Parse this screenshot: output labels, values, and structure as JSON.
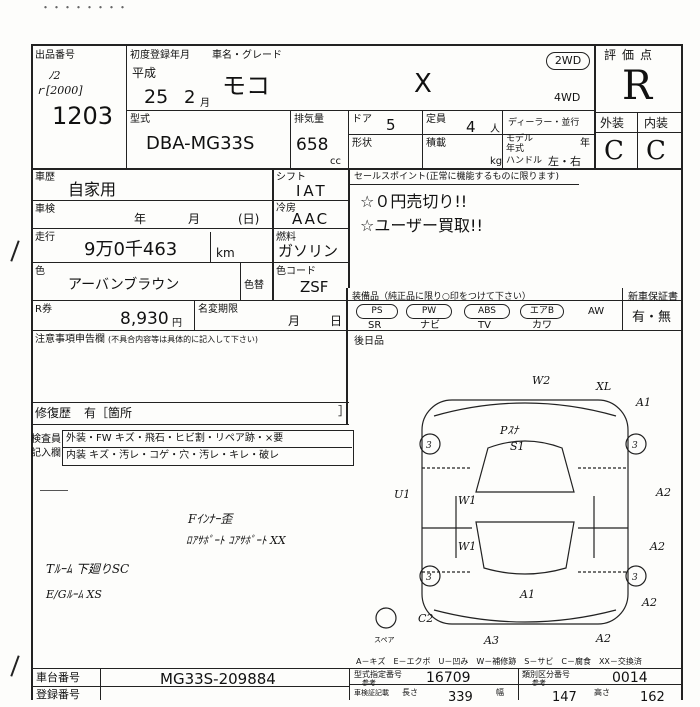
{
  "top_fragment": "・・・・・・・・",
  "header": {
    "lot_label": "出品番号",
    "lot_note_top": "ﾉ2",
    "lot_note_year": "ｒ[2000]",
    "lot_number": "1203",
    "first_reg_label": "初度登録年月",
    "car_name_label": "車名・グレード",
    "era": "平成",
    "year": "25",
    "month": "2",
    "month_unit": "月",
    "car_name": "モコ",
    "grade": "X",
    "drive_2wd": "2WD",
    "drive_4wd": "4WD",
    "score_label": "評価点",
    "score_value": "R"
  },
  "row2": {
    "model_label": "型式",
    "model": "DBA-MG33S",
    "displacement_label": "排気量",
    "displacement": "658",
    "cc": "cc",
    "doors_label": "ドア",
    "doors": "5",
    "capacity_label": "定員",
    "capacity": "4",
    "person_unit": "人",
    "shape_label": "形状",
    "payload_label": "積載",
    "kg": "kg",
    "dealer_label": "ディーラー・並行",
    "model_year_label": "モデル年式",
    "year_unit": "年",
    "handle_label": "ハンドル",
    "handle_value": "左・右",
    "exterior_label": "外装",
    "interior_label": "内装",
    "exterior_value": "C",
    "interior_value": "C"
  },
  "left": {
    "category_label": "車歴",
    "category": "自家用",
    "inspection_label": "車検",
    "insp_year": "年",
    "insp_month": "月",
    "insp_day": "(日)",
    "mileage_label": "走行",
    "mileage": "9万0千463",
    "km": "km",
    "color_label": "色",
    "color": "アーバンブラウン",
    "color_change_label": "色替",
    "color_code_label": "色コード",
    "color_code": "ZSF",
    "recycle_label": "R券",
    "recycle": "8,930",
    "yen": "円",
    "title_label": "名変期限",
    "title_month": "月",
    "title_day": "日",
    "notes_label": "注意事項申告欄",
    "notes_sub": "(不具合内容等は具体的に記入して下さい)",
    "repair_label": "修復歴",
    "repair_value": "有［箇所",
    "repair_close": "］"
  },
  "right": {
    "shift_label": "シフト",
    "shift": "IAT",
    "ac_label": "冷房",
    "ac": "AAC",
    "fuel_label": "燃料",
    "fuel": "ガソリン",
    "sales_label": "セールスポイント(正常に機能するものに限ります)",
    "sales_1": "☆０円売切り!!",
    "sales_2": "☆ユーザー買取!!",
    "equip_label": "装備品（純正品に限り○印をつけて下さい）",
    "warranty_label": "新車保証書",
    "warranty_value": "有・無",
    "equip_items": [
      "PS",
      "PW",
      "ABS",
      "エアB",
      "AW"
    ],
    "equip_items2": [
      "SR",
      "ナビ",
      "TV",
      "カワ"
    ],
    "inspector_label": "検査員",
    "driver_label": "後日品"
  },
  "inspection_marks": {
    "label_1": "検査員",
    "label_2": "記入欄",
    "row1": "外装・FW キズ・飛石・ヒビ割・リペア跡・×要",
    "row2": "内装 キズ・汚レ・コゲ・穴・汚レ・キレ・破レ"
  },
  "handwritten": {
    "note_a": "Fｲﾝﾅｰ歪",
    "note_b": "ﾛｱｻﾎﾟｰﾄ ｺｱｻﾎﾟｰﾄ XX",
    "note_c": "Tﾙｰﾑ 下廻りSC",
    "note_d": "E/Gﾙｰﾑ XS"
  },
  "diagram_marks": {
    "w2": "W2",
    "xl": "XL",
    "a1_top": "A1",
    "p": "Pｽﾅ",
    "s1": "S1",
    "u1": "U1",
    "w1a": "W1",
    "w1b": "W1",
    "a2a": "A2",
    "a2b": "A2",
    "a2c": "A2",
    "a1_mid": "A1",
    "c2": "C2",
    "a3": "A3",
    "a2d": "A2",
    "three": "3",
    "spare": "スペア"
  },
  "legend": "A－キズ　E－エクボ　U－凹み　W－補修跡　S－サビ　C－腐食　XX－交換済",
  "bottom": {
    "chassis_label": "車台番号",
    "chassis": "MG33S-209884",
    "reg_label": "登録番号",
    "type_spec_label": "型式指定番号",
    "type_spec": "16709",
    "class_label": "類別区分番号",
    "class_value": "0014",
    "ref": "参考",
    "cert_label": "車検証記載",
    "length_label": "長さ",
    "length": "339",
    "width_label": "幅",
    "width": "147",
    "height_label": "高さ",
    "height": "162"
  }
}
